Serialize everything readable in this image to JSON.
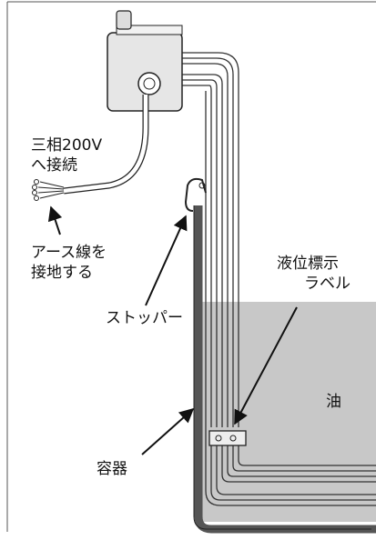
{
  "labels": {
    "power_line1": "三相200V",
    "power_line2": "へ接続",
    "ground_line1": "アース線を",
    "ground_line2": "接地する",
    "stopper": "ストッパー",
    "level_line1": "液位標示",
    "level_line2": "ラベル",
    "oil": "油",
    "container": "容器"
  },
  "colors": {
    "oil": "#c8c8c8",
    "container_wall": "#555555",
    "line": "#222222",
    "heater_box": "#e6e6e6"
  }
}
